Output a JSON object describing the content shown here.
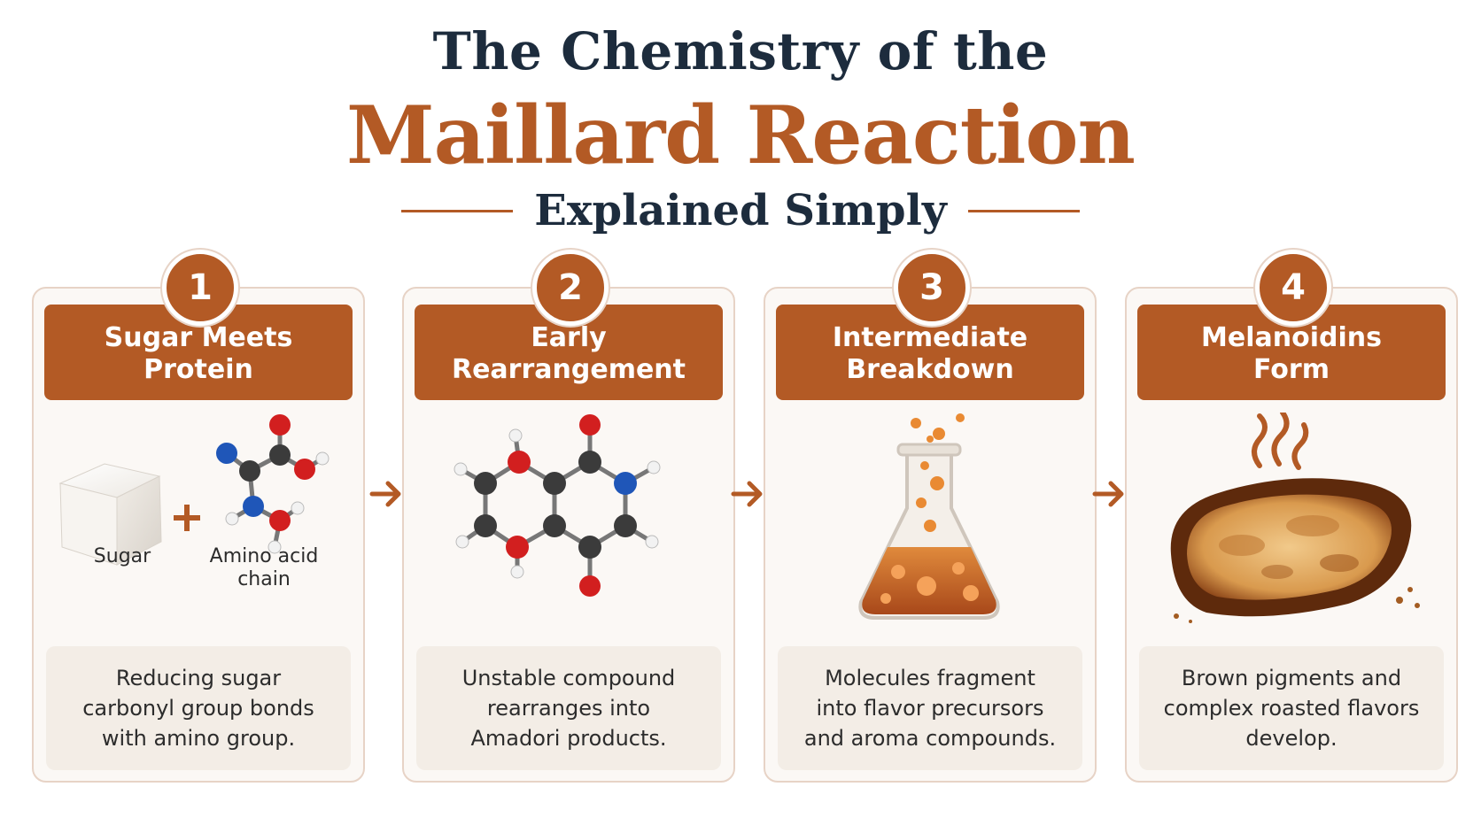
{
  "header": {
    "title_line1": "The Chemistry of the",
    "title_line2": "Maillard Reaction",
    "title_line3": "Explained Simply"
  },
  "colors": {
    "accent": "#b35a25",
    "navy": "#1d2c3d",
    "card_bg": "#fbf8f5",
    "desc_bg": "#f3ede6",
    "atom_carbon": "#3b3b3b",
    "atom_oxygen": "#d21f1f",
    "atom_nitrogen": "#1f56b8",
    "atom_hydrogen": "#f2f2f2"
  },
  "steps": [
    {
      "number": "1",
      "title": "Sugar Meets\nProtein",
      "description": "Reducing sugar\ncarbonyl group bonds\nwith amino group.",
      "illustration": "sugar-cube-plus-amino-acid",
      "labels": {
        "sugar": "Sugar",
        "amino": "Amino acid\nchain"
      }
    },
    {
      "number": "2",
      "title": "Early\nRearrangement",
      "description": "Unstable compound\nrearranges into\nAmadori products.",
      "illustration": "molecule-structure"
    },
    {
      "number": "3",
      "title": "Intermediate\nBreakdown",
      "description": "Molecules fragment\ninto flavor precursors\nand aroma compounds.",
      "illustration": "bubbling-flask"
    },
    {
      "number": "4",
      "title": "Melanoidins\nForm",
      "description": "Brown pigments and\ncomplex roasted flavors\ndevelop.",
      "illustration": "toasted-bread"
    }
  ],
  "icons": {
    "plus": "+",
    "arrow": "arrow-right-icon"
  }
}
